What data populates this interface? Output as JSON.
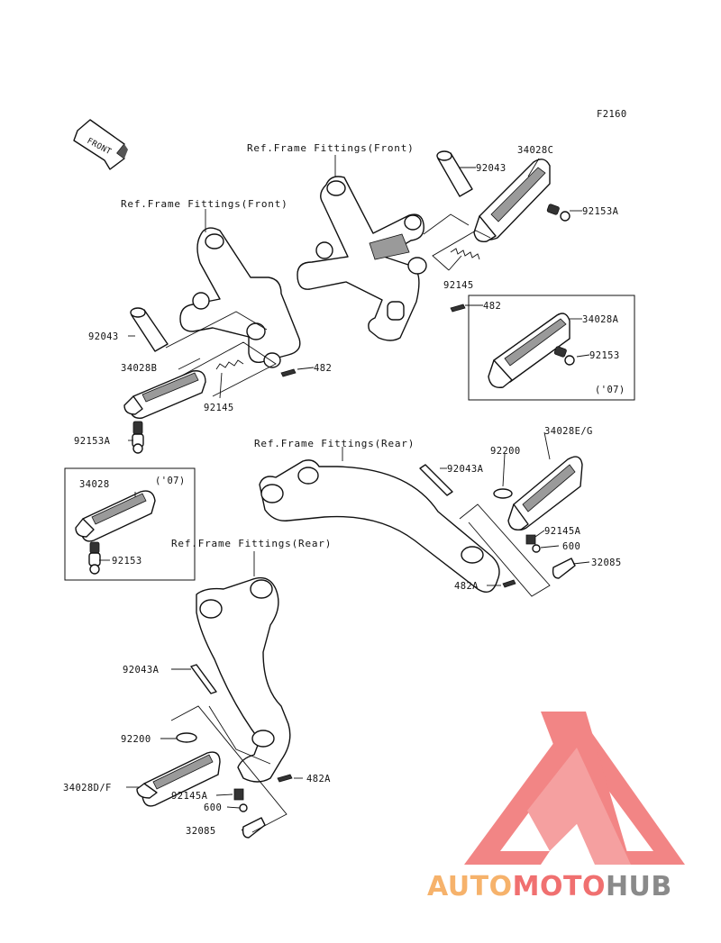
{
  "diagram_code": "F2160",
  "front_arrow_text": "FRONT",
  "labels": {
    "ref_front_right": "Ref.Frame Fittings(Front)",
    "ref_front_left": "Ref.Frame Fittings(Front)",
    "ref_rear_right": "Ref.Frame Fittings(Rear)",
    "ref_rear_left": "Ref.Frame Fittings(Rear)",
    "p92043_a": "92043",
    "p34028C": "34028C",
    "p92153A_a": "92153A",
    "p92145_a": "92145",
    "p482_a": "482",
    "p34028A": "34028A",
    "p92153_a": "92153",
    "y07_a": "('07)",
    "p92043_b": "92043",
    "p34028B": "34028B",
    "p482_b": "482",
    "p92145_b": "92145",
    "p92153A_b": "92153A",
    "p34028EG": "34028E/G",
    "p92200_a": "92200",
    "p92043A_a": "92043A",
    "p92145A_a": "92145A",
    "p600_a": "600",
    "p32085_a": "32085",
    "p482A_a": "482A",
    "p34028": "34028",
    "y07_b": "('07)",
    "p92153_b": "92153",
    "p92043A_b": "92043A",
    "p92200_b": "92200",
    "p482A_b": "482A",
    "p34028DF": "34028D/F",
    "p92145A_b": "92145A",
    "p600_b": "600",
    "p32085_b": "32085"
  },
  "watermark": {
    "word_part1": "AUTO",
    "word_part2": "MOTO",
    "word_part3": "HUB",
    "color_orange": "#f6b26b",
    "color_red": "#f07070",
    "color_gray": "#8a8a8a"
  }
}
